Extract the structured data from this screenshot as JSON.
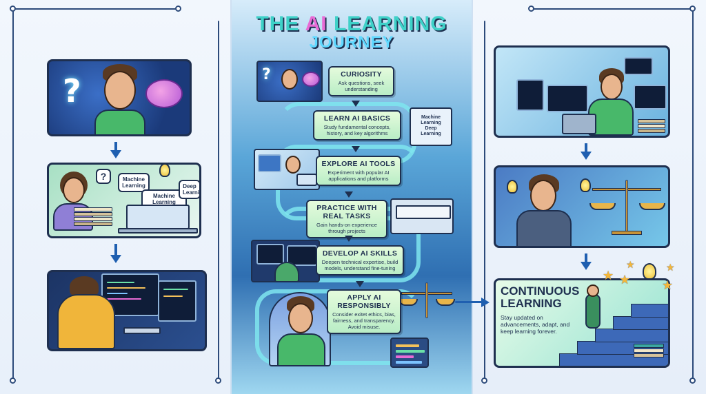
{
  "title": {
    "line1_prefix": "THE ",
    "line1_ai": "AI",
    "line1_suffix": " LEARNING",
    "line2": "JOURNEY"
  },
  "left_panels": {
    "learn_bubbles": [
      "Machine Learning",
      "Machine Learning Deep Learning",
      "Deep Learning"
    ]
  },
  "steps": [
    {
      "title": "CURIOSITY",
      "desc": "Ask questions, seek understanding"
    },
    {
      "title": "LEARN AI BASICS",
      "desc": "Study fundamental concepts, history, and key algorithms"
    },
    {
      "title": "EXPLORE AI TOOLS",
      "desc": "Experiment with popular AI applications and platforms"
    },
    {
      "title": "PRACTICE WITH REAL TASKS",
      "desc": "Gain hands-on experience through projects"
    },
    {
      "title": "DEVELOP AI SKILLS",
      "desc": "Deepen technical expertise, build models, understand fine-tuning"
    },
    {
      "title": "APPLY AI RESPONSIBLY",
      "desc": "Consider exitet ethics, bias, fairness, and transparency. Avoid misuse."
    }
  ],
  "mid_thumbs": {
    "learn_screen": "Machine Learning Deep Learning"
  },
  "continuous": {
    "title": "CONTINUOUS LEARNING",
    "desc": "Stay updated on advancements, adapt, and keep learning forever."
  },
  "colors": {
    "accent_teal": "#3ed1c8",
    "accent_pink": "#e86bd5",
    "arrow_blue": "#1f5fb0",
    "outline": "#1e2f4f",
    "step_green": "#b9edc6"
  }
}
